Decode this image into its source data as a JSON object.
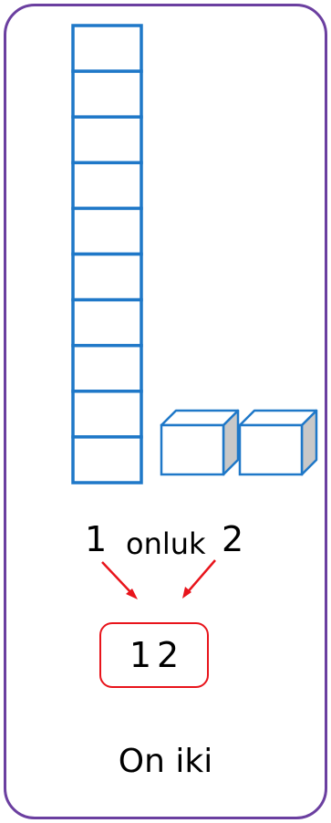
{
  "colors": {
    "border": "#6b3fa0",
    "blocks": "#1f78c8",
    "cube_side": "#c8c8c8",
    "arrows": "#e8141b",
    "result_border": "#e8141b"
  },
  "model": {
    "tens_rods": 1,
    "rod_units": 10,
    "ones_cubes": 2
  },
  "labels": {
    "tens_digit": "1",
    "unit": "onluk",
    "ones_digit": "2"
  },
  "result": {
    "tens": "1",
    "ones": "2"
  },
  "number_words": "On iki"
}
